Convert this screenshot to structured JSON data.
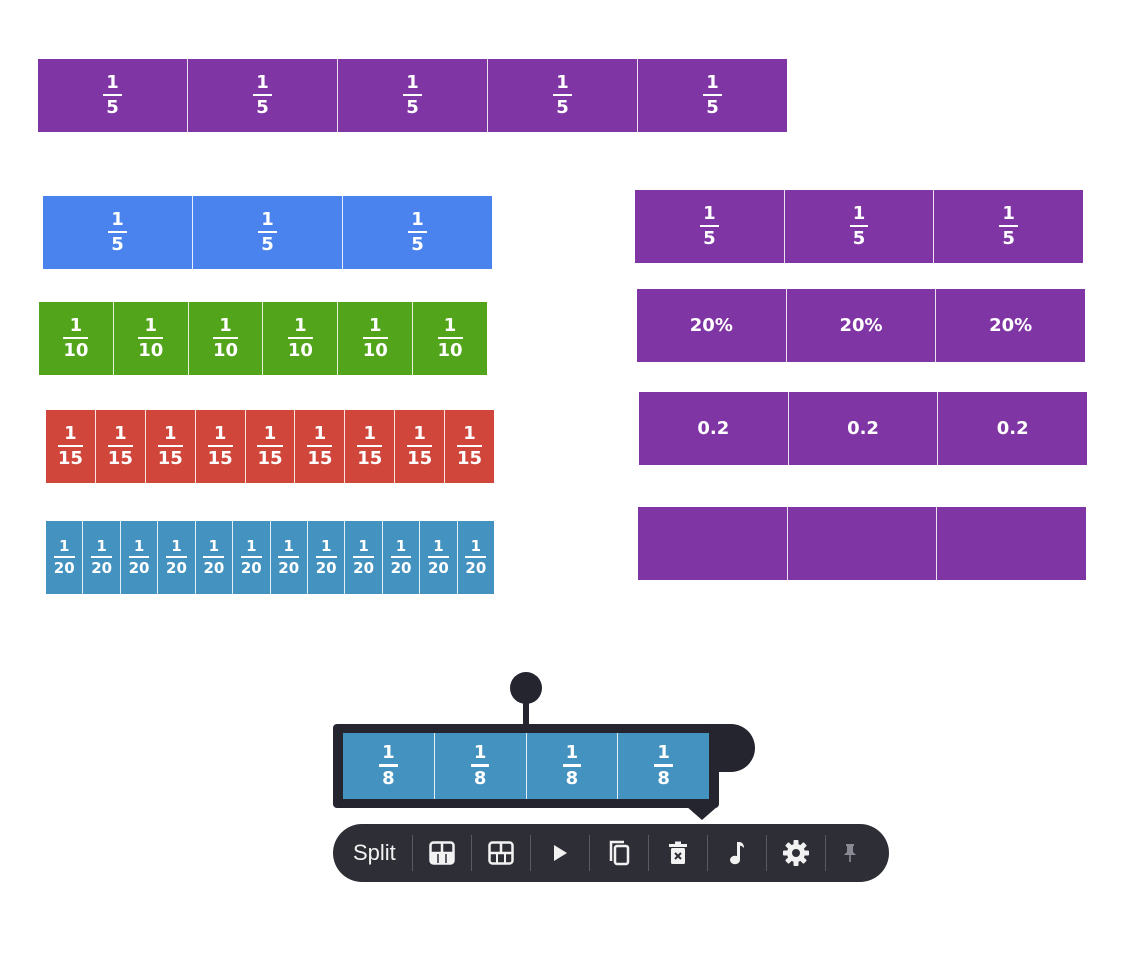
{
  "bars": {
    "top_fifths": [
      "1",
      "5",
      "1",
      "5",
      "1",
      "5",
      "1",
      "5",
      "1",
      "5"
    ],
    "blue_fifths": {
      "num": "1",
      "den": "5"
    },
    "green_tenths": {
      "num": "1",
      "den": "10"
    },
    "red_fifteenths": {
      "num": "1",
      "den": "15"
    },
    "teal_twentieths": {
      "num": "1",
      "den": "20"
    },
    "right_fifths": {
      "num": "1",
      "den": "5"
    },
    "percent": {
      "label": "20%"
    },
    "decimal": {
      "label": "0.2"
    },
    "selected_eighths": {
      "num": "1",
      "den": "8"
    }
  },
  "colors": {
    "purple": "#7f35a3",
    "blue": "#4a83ee",
    "green": "#52a51a",
    "red": "#d0463b",
    "teal": "#4492c0",
    "toolbar": "#2e2e36"
  },
  "toolbar": {
    "split_label": "Split",
    "icons": [
      "rows-split-icon",
      "columns-split-icon",
      "play-icon",
      "copy-icon",
      "delete-icon",
      "music-note-icon",
      "gear-icon",
      "pin-icon"
    ]
  }
}
